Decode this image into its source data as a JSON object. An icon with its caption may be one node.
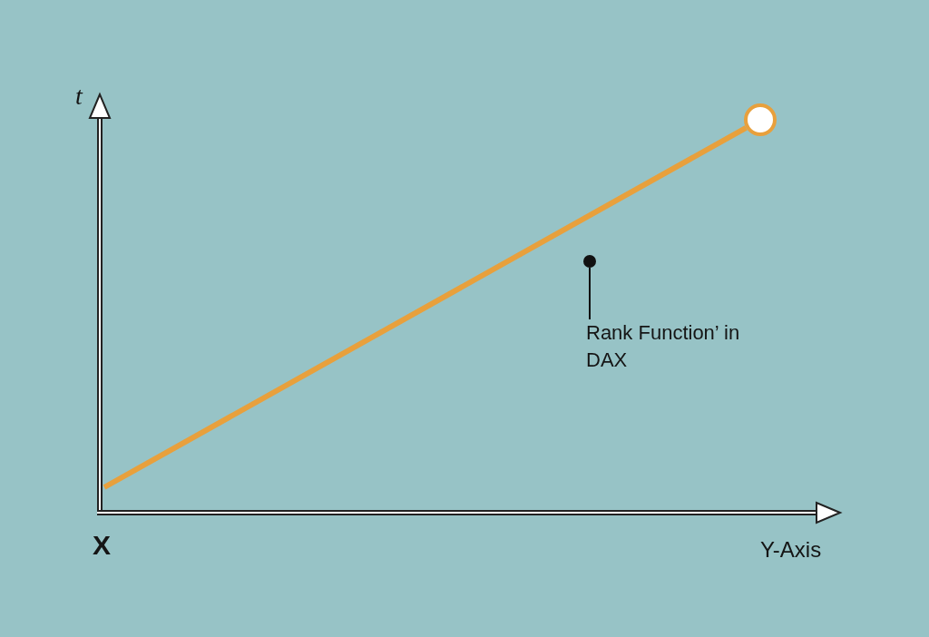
{
  "diagram": {
    "nodes": [
      {
        "text": [
          "Rank Function’ in DAX"
        ]
      },
      {
        "text": [],
        "shape": "circle"
      },
      {
        "text": [],
        "shape": "circle"
      }
    ],
    "edges": [
      {
        "from": 0,
        "to": 1,
        "arrow": "none"
      },
      {
        "from": null,
        "to": 2,
        "arrow": "none",
        "style": "thick",
        "color": "#e8a03c"
      }
    ],
    "labels": [
      "t",
      "X",
      "Y-Axis"
    ]
  }
}
